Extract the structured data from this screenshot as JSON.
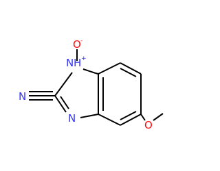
{
  "molecule": {
    "atoms": {
      "n1_symbol": "N",
      "n1_hydrogen": "H",
      "n1_charge": "+",
      "o_symbol": "O",
      "o_charge": "-",
      "n3_symbol": "N",
      "nitrile_n_symbol": "N",
      "methoxy_o_symbol": "O"
    },
    "colors": {
      "carbon_bond": "#000000",
      "nitrogen": "#3333ff",
      "oxygen": "#ff0d0d"
    }
  }
}
